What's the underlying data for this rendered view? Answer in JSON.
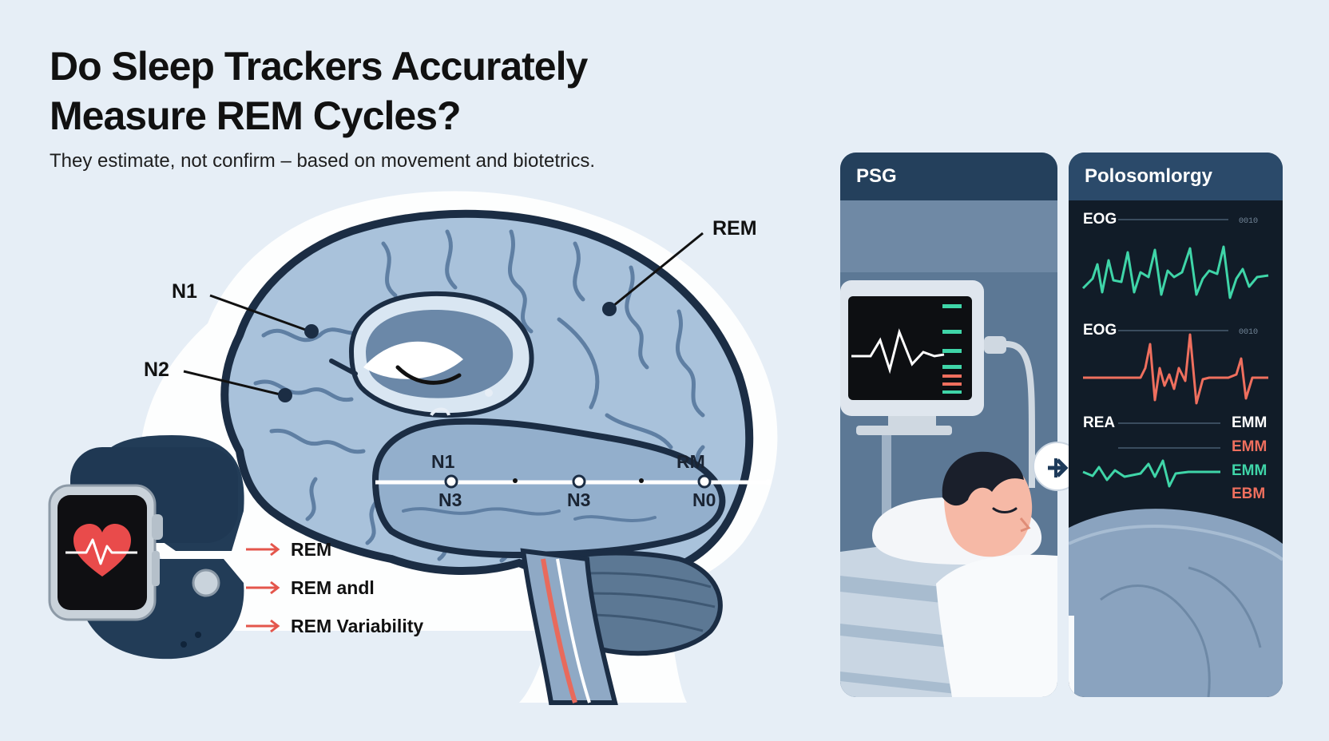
{
  "title_lines": [
    "Do Sleep Trackers Accurately",
    "Measure REM Cycles?"
  ],
  "subtitle": "They estimate, not confirm – based on movement and biotetrics.",
  "brain": {
    "callouts": {
      "n1": "N1",
      "n2": "N2",
      "rem": "REM"
    },
    "stages_top": [
      "N1",
      "RM"
    ],
    "stages_bottom": [
      "N3",
      "N3",
      "N0"
    ]
  },
  "watch": {
    "items": [
      "REM",
      "REM andl",
      "REM Variability"
    ]
  },
  "psg_panel": {
    "title": "PSG"
  },
  "poly_panel": {
    "title": "Polosomlorgy",
    "rows": [
      {
        "label": "EOG",
        "tag": "ΘΘ1Θ",
        "color": "#3fd5a8"
      },
      {
        "label": "EOG",
        "tag": "ΘΘ1Θ",
        "color": "#ef6f5e"
      }
    ],
    "bottom_left_label": "REA",
    "bottom_right_labels": [
      {
        "text": "EMM",
        "color": "#ffffff"
      },
      {
        "text": "EMM",
        "color": "#ef6f5e"
      },
      {
        "text": "EMM",
        "color": "#3fd5a8"
      },
      {
        "text": "EBM",
        "color": "#ef6f5e"
      }
    ]
  },
  "colors": {
    "accent_green": "#3fd5a8",
    "accent_red": "#ef6f5e",
    "navy": "#1d3a5a"
  }
}
